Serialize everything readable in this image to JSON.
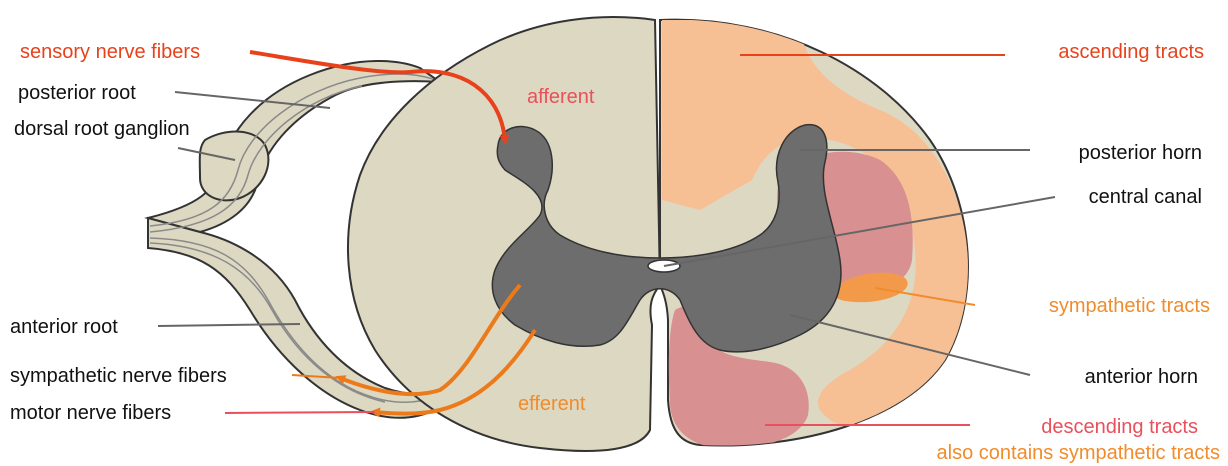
{
  "colors": {
    "white_matter": "#ddd8c2",
    "gray_matter": "#6d6d6d",
    "ascending": "#f7bf94",
    "descending": "#d99090",
    "sympathetic_tract": "#f29a4a",
    "sensory_fiber": "#e8421c",
    "efferent_fiber": "#ec7a1a",
    "leader_line": "#666666",
    "outline": "#333333"
  },
  "labels": {
    "sensory_nerve_fibers": "sensory nerve fibers",
    "posterior_root": "posterior root",
    "dorsal_root_ganglion": "dorsal root ganglion",
    "anterior_root": "anterior root",
    "sympathetic_nerve_fibers": "sympathetic nerve fibers",
    "motor_nerve_fibers": "motor nerve fibers",
    "afferent": "afferent",
    "efferent": "efferent",
    "ascending_tracts": "ascending tracts",
    "posterior_horn": "posterior horn",
    "central_canal": "central canal",
    "sympathetic_tracts": "sympathetic tracts",
    "anterior_horn": "anterior horn",
    "descending_tracts": "descending tracts",
    "also_contains": "also contains sympathetic tracts"
  }
}
